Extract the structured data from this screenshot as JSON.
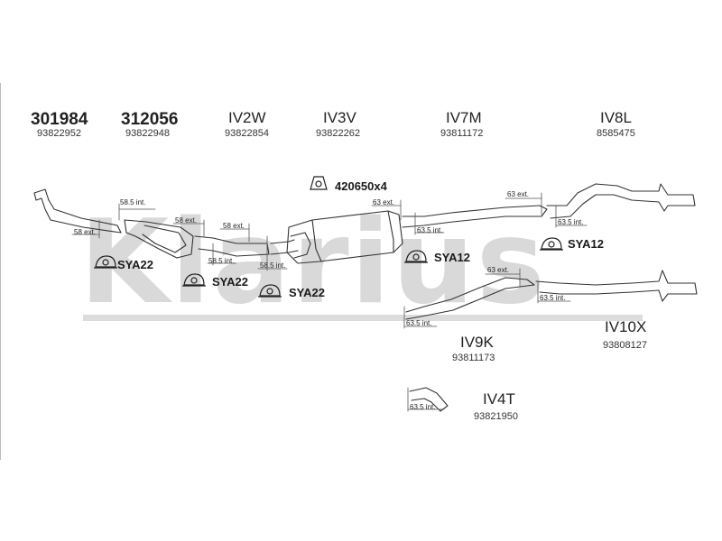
{
  "watermark": "Klarius",
  "parts": [
    {
      "code": "301984",
      "number": "93822952"
    },
    {
      "code": "312056",
      "number": "93822948"
    },
    {
      "code": "IV2W",
      "number": "93822854"
    },
    {
      "code": "IV3V",
      "number": "93822262"
    },
    {
      "code": "IV7M",
      "number": "93811172"
    },
    {
      "code": "IV8L",
      "number": "8585475"
    },
    {
      "code": "IV9K",
      "number": "93811173"
    },
    {
      "code": "IV10X",
      "number": "93808127"
    },
    {
      "code": "IV4T",
      "number": "93821950"
    }
  ],
  "mounts": [
    "SYA22",
    "SYA22",
    "SYA22",
    "SYA12",
    "SYA12"
  ],
  "clamp_label": "420650x4",
  "measurements": [
    "58.5 int.",
    "58 ext.",
    "58 ext.",
    "58 ext.",
    "58.5 int.",
    "58.5 int.",
    "63 ext.",
    "63.5 int.",
    "63 ext.",
    "63.5 int.",
    "63 ext.",
    "63.5 int.",
    "63.5 int.",
    "63.5 int."
  ]
}
